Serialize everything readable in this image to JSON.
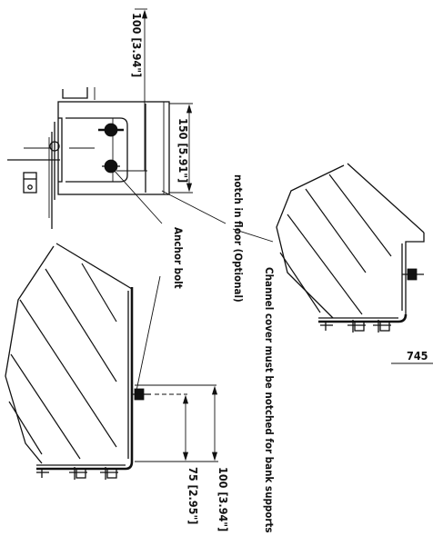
{
  "labels": {
    "top_dim": "100 [3.94\"]",
    "mid_dim": "150 [5.91\"]",
    "notch": "notch in floor (Optional)",
    "anchor": "Anchor bolt",
    "channel_cover": "Channel cover must be notched for bank supports",
    "dim_75": "75 [2.95\"]",
    "dim_100": "100 [3.94\"]",
    "partial": "745"
  }
}
